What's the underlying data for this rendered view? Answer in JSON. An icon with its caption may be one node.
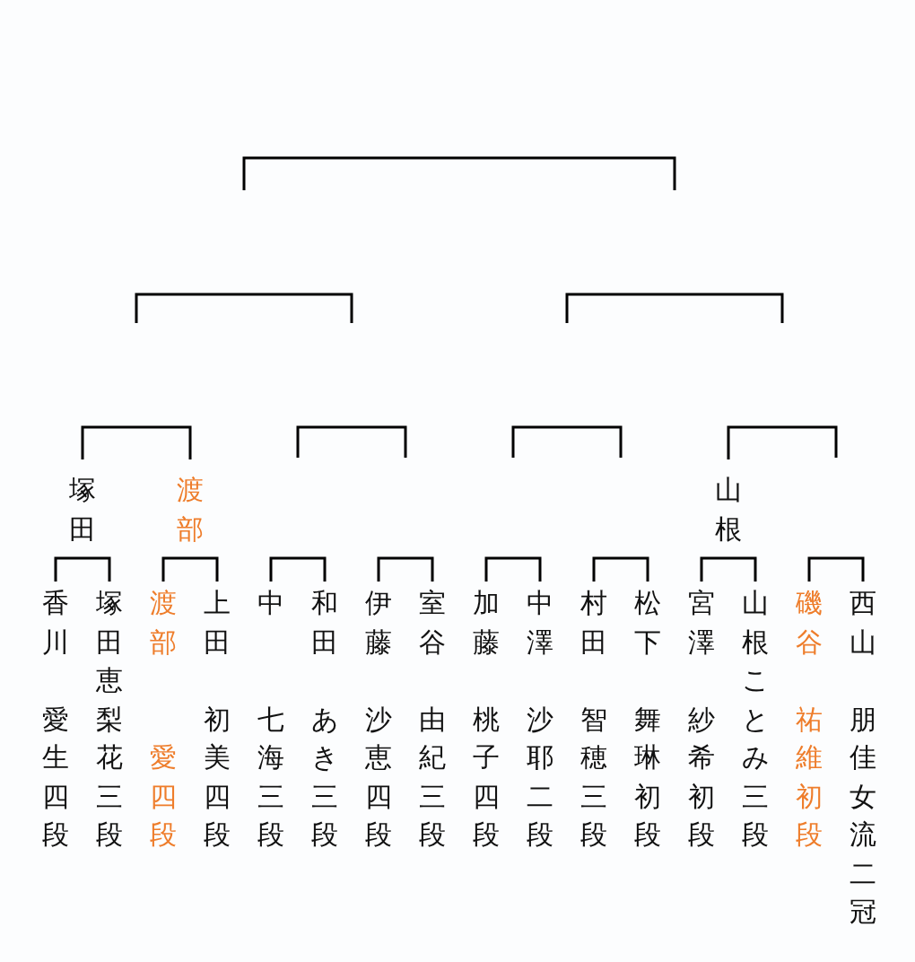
{
  "diagram": {
    "nodes": [
      {
        "text": [
          "塚田"
        ]
      },
      {
        "text": [
          "渡部"
        ]
      },
      {
        "text": [
          "山根"
        ]
      },
      {
        "text": [
          "香川",
          "愛生",
          "四段"
        ]
      },
      {
        "text": [
          "塚田",
          "恵梨花",
          "三段"
        ]
      },
      {
        "text": [
          "渡部",
          "愛",
          "四段"
        ]
      },
      {
        "text": [
          "上田",
          "初美",
          "四段"
        ]
      },
      {
        "text": [
          "中",
          "七海",
          "三段"
        ]
      },
      {
        "text": [
          "和田",
          "あき",
          "三段"
        ]
      },
      {
        "text": [
          "伊藤",
          "沙恵",
          "四段"
        ]
      },
      {
        "text": [
          "室谷",
          "由紀",
          "三段"
        ]
      },
      {
        "text": [
          "加藤",
          "桃子",
          "四段"
        ]
      },
      {
        "text": [
          "中澤",
          "沙耶",
          "二段"
        ]
      },
      {
        "text": [
          "村田",
          "智穂",
          "三段"
        ]
      },
      {
        "text": [
          "松下",
          "舞琳",
          "初段"
        ]
      },
      {
        "text": [
          "宮澤",
          "紗希",
          "初段"
        ]
      },
      {
        "text": [
          "山根",
          "ことみ",
          "三段"
        ]
      },
      {
        "text": [
          "磯谷",
          "祐維",
          "初段"
        ]
      },
      {
        "text": [
          "西山",
          "朋佳",
          "女流二冠"
        ]
      }
    ],
    "edges": [
      {
        "from": 3,
        "to": 4,
        "arrow": "none"
      },
      {
        "from": 5,
        "to": 6,
        "arrow": "none"
      },
      {
        "from": 7,
        "to": 8,
        "arrow": "none"
      },
      {
        "from": 9,
        "to": 10,
        "arrow": "none"
      },
      {
        "from": 11,
        "to": 12,
        "arrow": "none"
      },
      {
        "from": 13,
        "to": 14,
        "arrow": "none"
      },
      {
        "from": 15,
        "to": 16,
        "arrow": "none"
      },
      {
        "from": 17,
        "to": 18,
        "arrow": "none"
      },
      {
        "from": 0,
        "to": 1,
        "arrow": "none"
      },
      {
        "from": 2,
        "to": null,
        "arrow": "none"
      }
    ]
  }
}
